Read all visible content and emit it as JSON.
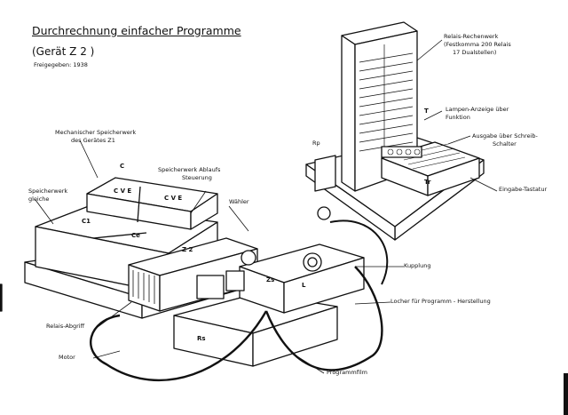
{
  "header": {
    "title": "Durchrechnung einfacher Programme",
    "subtitle": "(Gerät Z 2 )",
    "date_line": "Freigegeben: 1938"
  },
  "labels": {
    "rechenwerk": [
      "Relais-Rechenwerk",
      "(Festkomma 200 Relais",
      "17 Dualstellen)"
    ],
    "lampe": [
      "Lampen-Anzeige über",
      "Funktion"
    ],
    "ausgabe": [
      "Ausgabe über Schreib-",
      "Schalter"
    ],
    "eingabe": "Eingabe-Tastatur",
    "mech_speicher": [
      "Mechanischer Speicherwerk",
      "des Gerätes Z1"
    ],
    "speicherwerk": [
      "Speicherwerk",
      "gleiche"
    ],
    "steuerung": [
      "Speicherwerk Ablaufs",
      "Steuerung"
    ],
    "waehler": "Wähler",
    "rp": "Rp",
    "relaisabgriff": "Relais-Abgriff",
    "motor": "Motor",
    "programmfilm": "Programmfilm",
    "locher": "Locher für Programm - Herstellung",
    "kupplung": "Kupplung"
  },
  "parts": {
    "c": "C",
    "cv": "C V E",
    "cve2": "C V E",
    "c1": "C1",
    "ce": "Ce",
    "z2": "Z 2",
    "zs": "Zs",
    "l": "L",
    "t": "T",
    "tr": "Tr",
    "rs": "Rs"
  }
}
